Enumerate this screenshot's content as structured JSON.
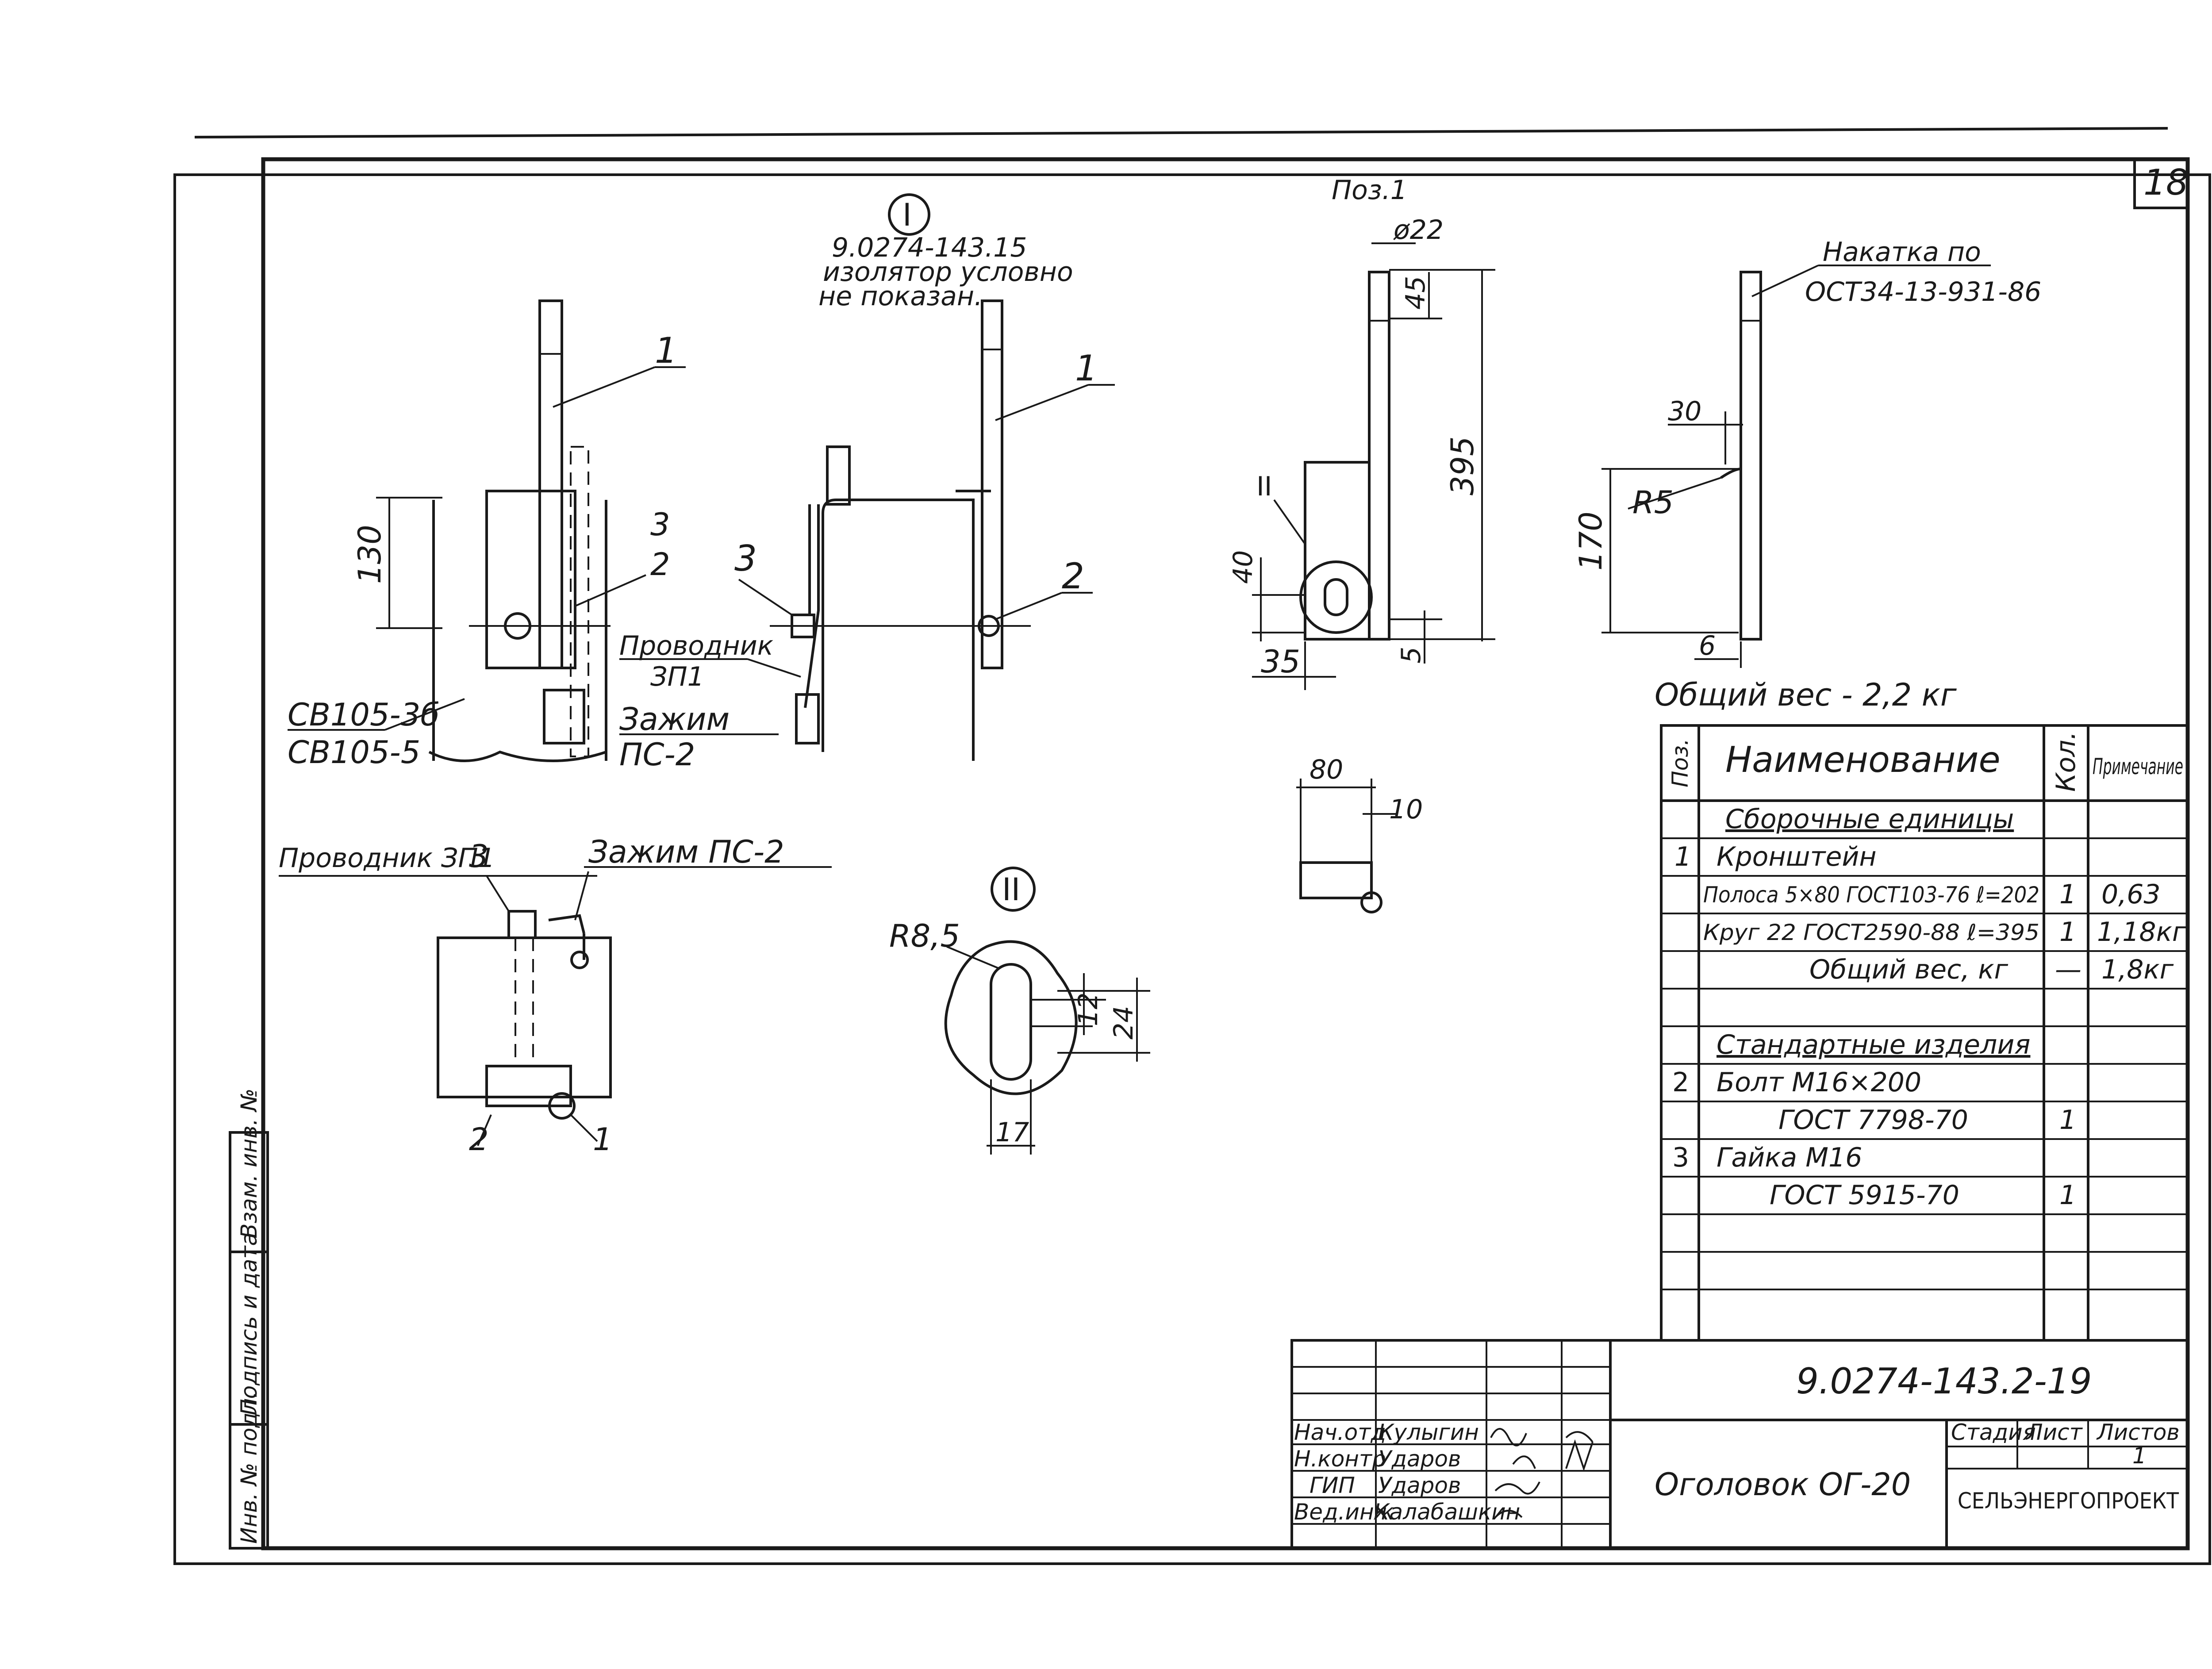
{
  "sheet": {
    "sheet_number": "18",
    "document_code": "9.0274-143.2-19",
    "title": "Оголовок ОГ-20",
    "organization": "СЕЛЬЭНЕРГОПРОЕКТ",
    "stage_header": "Стадия",
    "sheet_header": "Лист",
    "sheets_header": "Листов",
    "sheets_value": "1"
  },
  "side_stamp": {
    "inv_no": "Инв. № подл.",
    "signature_date": "Подпись и дата",
    "replaces_inv": "Взам. инв. №"
  },
  "signatures": [
    {
      "role": "Нач.отд",
      "name": "Кулыгин"
    },
    {
      "role": "Н.контр",
      "name": "Ударов"
    },
    {
      "role": "ГИП",
      "name": "Ударов"
    },
    {
      "role": "Вед.инж",
      "name": "Калабашкин"
    }
  ],
  "notes": {
    "view1_marker": "I",
    "view2_marker": "II",
    "ref_line1": "9.0274-143.15",
    "ref_line2": "изолятор условно",
    "ref_line3": "не показан.",
    "pos1_label": "Поз.1",
    "diameter": "ø22",
    "knurl_line1": "Накатка по",
    "knurl_line2": "ОСТ34-13-931-86",
    "total_weight": "Общий вес - 2,2 кг",
    "conductor_line1": "Проводник",
    "conductor_line2": "ЗП1",
    "clamp_line1": "Зажим",
    "clamp_line2": "ПС-2",
    "insulator1": "СВ105-3б",
    "insulator2": "СВ105-5",
    "plan_conductor": "Проводник ЗП1",
    "plan_clamp": "Зажим ПС-2",
    "radius_r85": "R8,5",
    "radius_r5": "R5"
  },
  "dimensions": {
    "d130": "130",
    "d395": "395",
    "d45": "45",
    "d40": "40",
    "d35": "35",
    "d5": "5",
    "d30": "30",
    "d170": "170",
    "d6": "6",
    "d80": "80",
    "d10": "10",
    "d12": "12",
    "d24": "24",
    "d17": "17"
  },
  "callouts": {
    "p1": "1",
    "p2": "2",
    "p3": "3"
  },
  "bom": {
    "headers": {
      "pos": "Поз.",
      "name": "Наименование",
      "qty": "Кол.",
      "note": "Примечание"
    },
    "rows": [
      {
        "pos": "",
        "name": "Сборочные единицы",
        "qty": "",
        "note": ""
      },
      {
        "pos": "1",
        "name": "Кронштейн",
        "qty": "",
        "note": ""
      },
      {
        "pos": "",
        "name": "Полоса 5×80 ГОСТ103-76 ℓ=202",
        "qty": "1",
        "note": "0,63"
      },
      {
        "pos": "",
        "name": "Круг 22 ГОСТ2590-88 ℓ=395",
        "qty": "1",
        "note": "1,18кг"
      },
      {
        "pos": "",
        "name": "Общий вес, кг",
        "qty": "—",
        "note": "1,8кг"
      },
      {
        "pos": "",
        "name": "",
        "qty": "",
        "note": ""
      },
      {
        "pos": "",
        "name": "Стандартные изделия",
        "qty": "",
        "note": ""
      },
      {
        "pos": "2",
        "name": "Болт М16×200",
        "qty": "",
        "note": ""
      },
      {
        "pos": "",
        "name": "ГОСТ 7798-70",
        "qty": "1",
        "note": ""
      },
      {
        "pos": "3",
        "name": "Гайка М16",
        "qty": "",
        "note": ""
      },
      {
        "pos": "",
        "name": "ГОСТ 5915-70",
        "qty": "1",
        "note": ""
      },
      {
        "pos": "",
        "name": "",
        "qty": "",
        "note": ""
      },
      {
        "pos": "",
        "name": "",
        "qty": "",
        "note": ""
      },
      {
        "pos": "",
        "name": "",
        "qty": "",
        "note": ""
      }
    ]
  }
}
